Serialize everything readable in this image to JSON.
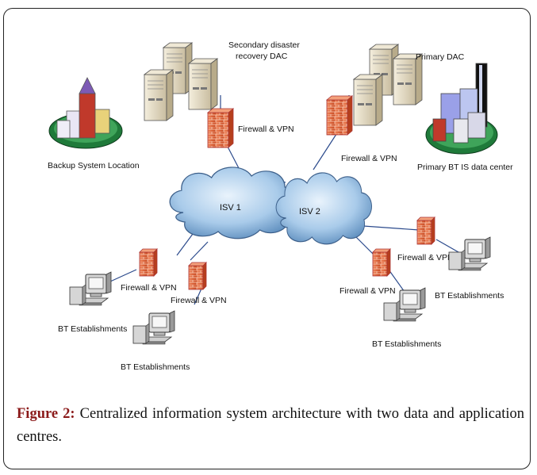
{
  "figure": {
    "number_label": "Figure 2:",
    "caption_text": " Centralized information system architecture with two data and application centres."
  },
  "diagram": {
    "nodes": {
      "secondary_dac": "Secondary disaster recovery DAC",
      "secondary_dac_line1": "Secondary disaster",
      "secondary_dac_line2": "recovery DAC",
      "primary_dac": "Primary  DAC",
      "backup_location": "Backup System Location",
      "primary_datacenter": "Primary BT IS data center",
      "isv1": "ISV 1",
      "isv2": "ISV 2",
      "fw_secondary": "Firewall & VPN",
      "fw_primary": "Firewall & VPN",
      "fw_left_1": "Firewall & VPN",
      "fw_left_2": "Firewall & VPN",
      "fw_right_1": "Firewall & VPN",
      "fw_right_2": "Firewall & VPN",
      "bt_left_1": "BT Establishments",
      "bt_left_2": "BT Establishments",
      "bt_right_1": "BT Establishments",
      "bt_right_2": "BT Establishments"
    }
  },
  "colors": {
    "firewall_brick": "#e8673a",
    "cloud_blue": "#9cc2e5",
    "server_beige": "#e8dfc8",
    "line": "#2b4a8c"
  }
}
